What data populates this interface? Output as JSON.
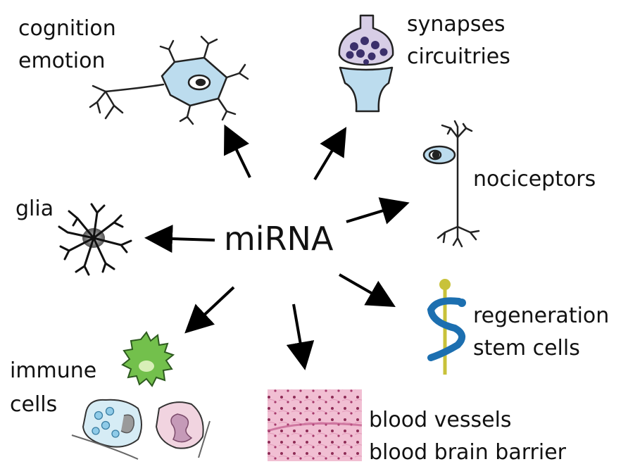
{
  "center": "miRNA",
  "nodes": {
    "neurons": {
      "lines": [
        "cognition",
        "emotion"
      ],
      "icon": "neuron-icon"
    },
    "synapses": {
      "lines": [
        "synapses",
        "circuitries"
      ],
      "icon": "synapse-icon"
    },
    "nociceptors": {
      "lines": [
        "nociceptors"
      ],
      "icon": "nociceptor-icon"
    },
    "glia": {
      "lines": [
        "glia"
      ],
      "icon": "glia-icon"
    },
    "regeneration": {
      "lines": [
        "regeneration",
        "stem cells"
      ],
      "icon": "caduceus-icon"
    },
    "immune": {
      "lines": [
        "immune",
        "cells"
      ],
      "icon": "immune-cells-icon"
    },
    "blood": {
      "lines": [
        "blood vessels",
        "blood brain barrier"
      ],
      "icon": "blood-tissue-icon"
    }
  },
  "colors": {
    "cell_blue": "#bcdcee",
    "synapse_purple": "#d7cde6",
    "vesicle": "#3b2f6b",
    "immune_green": "#73c04c",
    "tissue_pink": "#f1bfd3",
    "staff_blue": "#1c6fb0",
    "staff_yellow": "#c8c23a"
  }
}
